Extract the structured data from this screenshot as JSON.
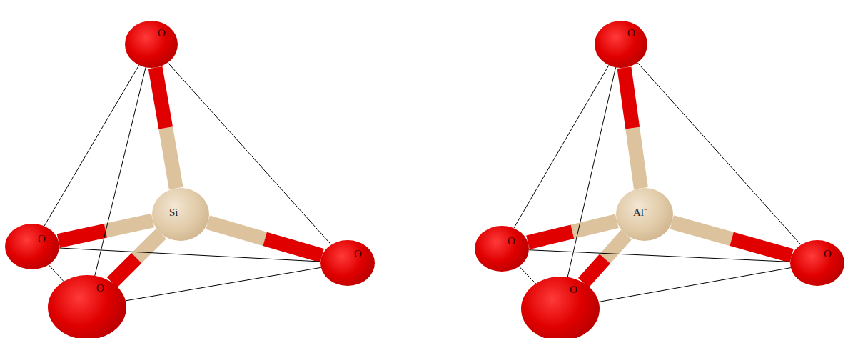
{
  "diagram": {
    "nodes": [
      {
        "text": [
          "O"
        ]
      },
      {
        "text": [
          "Si"
        ]
      },
      {
        "text": [
          "O"
        ]
      },
      {
        "text": [
          "O"
        ]
      },
      {
        "text": [
          "O"
        ]
      },
      {
        "text": [
          "O"
        ]
      },
      {
        "text": [
          "Al⁻"
        ]
      },
      {
        "text": [
          "O"
        ]
      },
      {
        "text": [
          "O"
        ]
      },
      {
        "text": [
          "O"
        ]
      }
    ],
    "edges": [
      {
        "from": 1,
        "to": 0,
        "arrow": "none"
      },
      {
        "from": 1,
        "to": 2,
        "arrow": "none"
      },
      {
        "from": 1,
        "to": 3,
        "arrow": "none"
      },
      {
        "from": 1,
        "to": 4,
        "arrow": "none"
      },
      {
        "from": 0,
        "to": 2,
        "arrow": "none"
      },
      {
        "from": 0,
        "to": 3,
        "arrow": "none"
      },
      {
        "from": 0,
        "to": 4,
        "arrow": "none"
      },
      {
        "from": 2,
        "to": 3,
        "arrow": "none"
      },
      {
        "from": 2,
        "to": 4,
        "arrow": "none"
      },
      {
        "from": 3,
        "to": 4,
        "arrow": "none"
      },
      {
        "from": 6,
        "to": 5,
        "arrow": "none"
      },
      {
        "from": 6,
        "to": 7,
        "arrow": "none"
      },
      {
        "from": 6,
        "to": 8,
        "arrow": "none"
      },
      {
        "from": 6,
        "to": 9,
        "arrow": "none"
      },
      {
        "from": 5,
        "to": 7,
        "arrow": "none"
      },
      {
        "from": 5,
        "to": 8,
        "arrow": "none"
      },
      {
        "from": 5,
        "to": 9,
        "arrow": "none"
      },
      {
        "from": 7,
        "to": 8,
        "arrow": "none"
      },
      {
        "from": 7,
        "to": 9,
        "arrow": "none"
      },
      {
        "from": 8,
        "to": 9,
        "arrow": "none"
      }
    ]
  }
}
